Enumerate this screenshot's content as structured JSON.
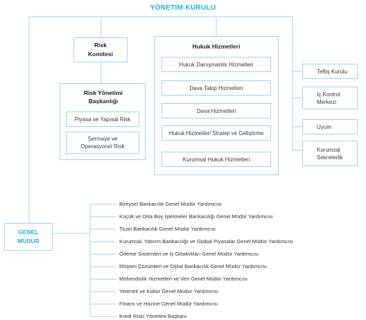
{
  "title": "YÖNETİM KURULU",
  "risk_committee": "Risk Komitesi",
  "risk_management": {
    "title": "Risk Yönetimi Başkanlığı",
    "items": [
      "Piyasa ve Yapısal Risk",
      "Sermaye ve Operasyonel Risk"
    ]
  },
  "legal_services": {
    "title": "Hukuk Hizmetleri",
    "items": [
      "Hukuk Danışmanlık Hizmetleri",
      "Dava Takip Hizmetleri",
      "Dava Hizmetleri",
      "Hukuk Hizmetleri Strateji ve Geliştirme",
      "Kurumsal Hukuk Hizmetleri"
    ]
  },
  "right_units": [
    "Teftiş Kurulu",
    "İç Kontrol Merkezi",
    "Uyum",
    "Kurumsal Sekreterlik"
  ],
  "general_manager": "GENEL MÜDÜR",
  "departments": [
    "Bireysel Bankacılık Genel Müdür Yardımcısı",
    "Küçük ve Orta Boy İşletmeler Bankacılığı Genel Müdür Yardımcısı",
    "Ticari Bankacılık Genel Müdür Yardımcısı",
    "Kurumsal, Yatırım Bankacılığı ve Global Piyasalar Genel Müdür Yardımcısı",
    "Ödeme Sistemleri ve İş Ortaklıkları Genel Müdür Yardımcısı",
    "Müşteri Çözümleri ve Dijital Bankacılık Genel Müdür Yardımcısı",
    "Mühendislik Hizmetleri ve Veri Genel Müdür Yardımcısı",
    "Yetenek ve Kültür Genel Müdür Yardımcısı",
    "Finans ve Hazine Genel Müdür Yardımcısı",
    "Kredi Riski Yönetimi Başkanı"
  ],
  "colors": {
    "accent": "#1fb6d6",
    "border": "#9fd3e8",
    "line": "#9fd3e8"
  }
}
